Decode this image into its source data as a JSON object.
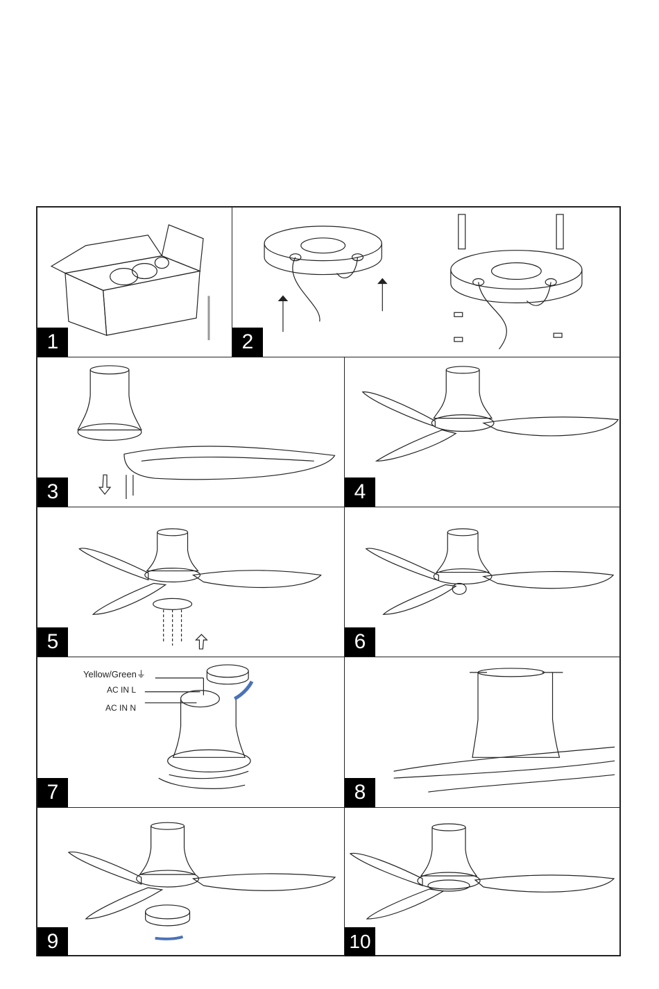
{
  "steps": [
    {
      "number": "1"
    },
    {
      "number": "2"
    },
    {
      "number": "3"
    },
    {
      "number": "4"
    },
    {
      "number": "5"
    },
    {
      "number": "6"
    },
    {
      "number": "7",
      "labels": {
        "earth": "Yellow/Green⏚",
        "live": "AC IN L",
        "neutral": "AC IN N"
      }
    },
    {
      "number": "8"
    },
    {
      "number": "9"
    },
    {
      "number": "10"
    }
  ],
  "colors": {
    "line": "#222222",
    "badge": "#000000",
    "arrow": "#4a72b8"
  }
}
